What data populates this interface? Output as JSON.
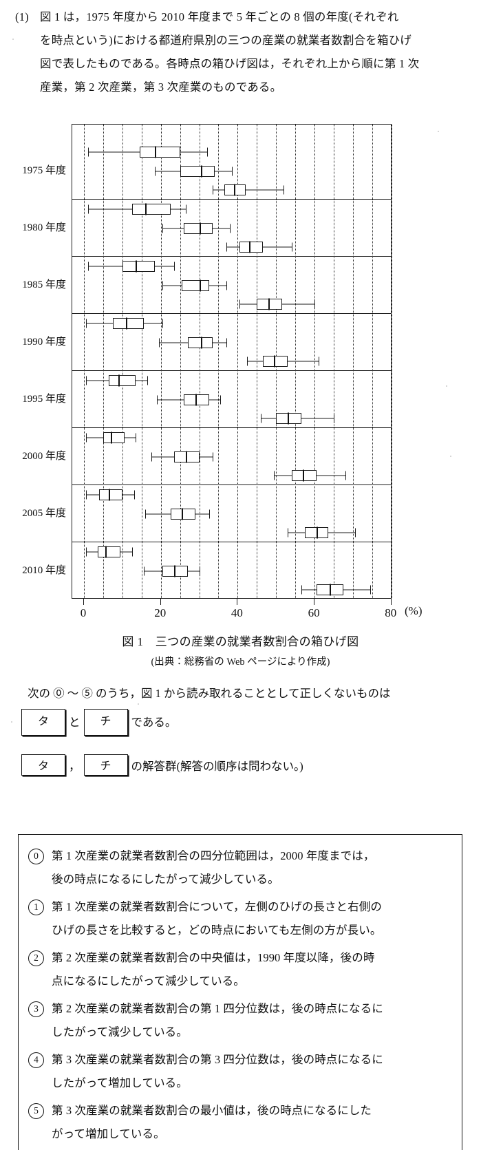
{
  "intro": {
    "number": "(1)",
    "line1": "図 1 は，1975 年度から 2010 年度まで 5 年ごとの 8 個の年度(それぞれ",
    "line2": "を時点という)における都道府県別の三つの産業の就業者数割合を箱ひげ",
    "line3": "図で表したものである。各時点の箱ひげ図は，それぞれ上から順に第 1 次",
    "line4": "産業，第 2 次産業，第 3 次産業のものである。"
  },
  "figure": {
    "caption": "図 1　三つの産業の就業者数割合の箱ひげ図",
    "source": "(出典：総務省の Web ページにより作成)",
    "x_unit": "(%)"
  },
  "question": {
    "line1": "次の ⓪ ～ ⑤ のうち，図 1 から読み取れることとして正しくないものは",
    "blank1": "タ",
    "conj": "と",
    "blank2": "チ",
    "tail": "である。",
    "group_blank1": "タ",
    "group_comma": "，",
    "group_blank2": "チ",
    "group_tail": "の解答群(解答の順序は問わない。)"
  },
  "choices": [
    {
      "num": "0",
      "line1": "第 1 次産業の就業者数割合の四分位範囲は，2000 年度までは，",
      "line2": "後の時点になるにしたがって減少している。"
    },
    {
      "num": "1",
      "line1": "第 1 次産業の就業者数割合について，左側のひげの長さと右側の",
      "line2": "ひげの長さを比較すると，どの時点においても左側の方が長い。"
    },
    {
      "num": "2",
      "line1": "第 2 次産業の就業者数割合の中央値は，1990 年度以降，後の時",
      "line2": "点になるにしたがって減少している。"
    },
    {
      "num": "3",
      "line1": "第 2 次産業の就業者数割合の第 1 四分位数は，後の時点になるに",
      "line2": "したがって減少している。"
    },
    {
      "num": "4",
      "line1": "第 3 次産業の就業者数割合の第 3 四分位数は，後の時点になるに",
      "line2": "したがって増加している。"
    },
    {
      "num": "5",
      "line1": "第 3 次産業の就業者数割合の最小値は，後の時点になるにした",
      "line2": "がって増加している。"
    }
  ],
  "chart_data": {
    "type": "box",
    "title": "図 1　三つの産業の就業者数割合の箱ひげ図",
    "xlabel": "(%)",
    "ylabel": "",
    "xlim": [
      -2,
      85
    ],
    "xticks": [
      0,
      20,
      40,
      60,
      80
    ],
    "xticklabels": [
      "0",
      "20",
      "40",
      "60",
      "80"
    ],
    "grid": true,
    "grid_interval": 5,
    "orientation": "horizontal",
    "categories": [
      "1975 年度",
      "1980 年度",
      "1985 年度",
      "1990 年度",
      "1995 年度",
      "2000 年度",
      "2005 年度",
      "2010 年度"
    ],
    "series": [
      "第 1 次産業",
      "第 2 次産業",
      "第 3 次産業"
    ],
    "boxes": [
      {
        "category": "1975 年度",
        "series": [
          {
            "name": "第 1 次産業",
            "min": 1.0,
            "q1": 14.5,
            "median": 18.5,
            "q3": 25.0,
            "max": 32.0
          },
          {
            "name": "第 2 次産業",
            "min": 18.5,
            "q1": 25.0,
            "median": 30.5,
            "q3": 34.0,
            "max": 38.5
          },
          {
            "name": "第 3 次産業",
            "min": 33.5,
            "q1": 36.5,
            "median": 39.0,
            "q3": 42.0,
            "max": 52.0
          }
        ]
      },
      {
        "category": "1980 年度",
        "series": [
          {
            "name": "第 1 次産業",
            "min": 1.0,
            "q1": 12.5,
            "median": 16.0,
            "q3": 22.5,
            "max": 26.5
          },
          {
            "name": "第 2 次産業",
            "min": 20.5,
            "q1": 26.0,
            "median": 30.0,
            "q3": 33.5,
            "max": 38.0
          },
          {
            "name": "第 3 次産業",
            "min": 37.0,
            "q1": 40.5,
            "median": 43.0,
            "q3": 46.5,
            "max": 54.0
          }
        ]
      },
      {
        "category": "1985 年度",
        "series": [
          {
            "name": "第 1 次産業",
            "min": 1.0,
            "q1": 10.0,
            "median": 13.5,
            "q3": 18.5,
            "max": 23.5
          },
          {
            "name": "第 2 次産業",
            "min": 20.5,
            "q1": 25.5,
            "median": 30.0,
            "q3": 32.5,
            "max": 37.0
          },
          {
            "name": "第 3 次産業",
            "min": 40.5,
            "q1": 45.0,
            "median": 48.0,
            "q3": 51.5,
            "max": 60.0
          }
        ]
      },
      {
        "category": "1990 年度",
        "series": [
          {
            "name": "第 1 次産業",
            "min": 0.5,
            "q1": 7.5,
            "median": 11.0,
            "q3": 15.5,
            "max": 20.5
          },
          {
            "name": "第 2 次産業",
            "min": 19.5,
            "q1": 27.0,
            "median": 30.5,
            "q3": 33.5,
            "max": 37.0
          },
          {
            "name": "第 3 次産業",
            "min": 42.5,
            "q1": 46.5,
            "median": 49.5,
            "q3": 53.0,
            "max": 61.0
          }
        ]
      },
      {
        "category": "1995 年度",
        "series": [
          {
            "name": "第 1 次産業",
            "min": 0.5,
            "q1": 6.5,
            "median": 9.0,
            "q3": 13.5,
            "max": 16.5
          },
          {
            "name": "第 2 次産業",
            "min": 19.0,
            "q1": 26.0,
            "median": 29.0,
            "q3": 32.5,
            "max": 35.5
          },
          {
            "name": "第 3 次産業",
            "min": 46.0,
            "q1": 50.0,
            "median": 53.0,
            "q3": 56.5,
            "max": 65.0
          }
        ]
      },
      {
        "category": "2000 年度",
        "series": [
          {
            "name": "第 1 次産業",
            "min": 0.5,
            "q1": 5.0,
            "median": 7.0,
            "q3": 10.5,
            "max": 13.5
          },
          {
            "name": "第 2 次産業",
            "min": 17.5,
            "q1": 23.5,
            "median": 26.5,
            "q3": 30.0,
            "max": 33.5
          },
          {
            "name": "第 3 次産業",
            "min": 49.5,
            "q1": 54.0,
            "median": 57.0,
            "q3": 60.5,
            "max": 68.0
          }
        ]
      },
      {
        "category": "2005 年度",
        "series": [
          {
            "name": "第 1 次産業",
            "min": 0.5,
            "q1": 4.0,
            "median": 6.5,
            "q3": 10.0,
            "max": 13.0
          },
          {
            "name": "第 2 次産業",
            "min": 16.0,
            "q1": 22.5,
            "median": 25.5,
            "q3": 29.0,
            "max": 32.5
          },
          {
            "name": "第 3 次産業",
            "min": 53.0,
            "q1": 57.5,
            "median": 60.5,
            "q3": 63.5,
            "max": 70.5
          }
        ]
      },
      {
        "category": "2010 年度",
        "series": [
          {
            "name": "第 1 次産業",
            "min": 0.5,
            "q1": 3.5,
            "median": 5.5,
            "q3": 9.5,
            "max": 12.5
          },
          {
            "name": "第 2 次産業",
            "min": 15.5,
            "q1": 20.5,
            "median": 23.5,
            "q3": 27.0,
            "max": 30.0
          },
          {
            "name": "第 3 次産業",
            "min": 56.5,
            "q1": 60.5,
            "median": 64.0,
            "q3": 67.5,
            "max": 74.5
          }
        ]
      }
    ]
  }
}
